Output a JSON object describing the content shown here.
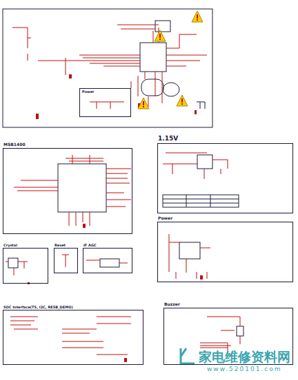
{
  "diagram": {
    "nodes": [
      {
        "text": [
          "Power"
        ]
      },
      {
        "text": [
          "MSB1400"
        ]
      },
      {
        "text": [
          "1.15V"
        ]
      },
      {
        "text": [
          "Power"
        ]
      },
      {
        "text": [
          "Crystal"
        ]
      },
      {
        "text": [
          "Reset"
        ]
      },
      {
        "text": [
          "IF AGC"
        ]
      },
      {
        "text": [
          "SOC Interface(TS, I2C, RESB_DEMO)"
        ]
      },
      {
        "text": [
          "Buzzer"
        ]
      }
    ],
    "labels": [
      "家电维修资料网",
      "www.520101.com"
    ]
  }
}
